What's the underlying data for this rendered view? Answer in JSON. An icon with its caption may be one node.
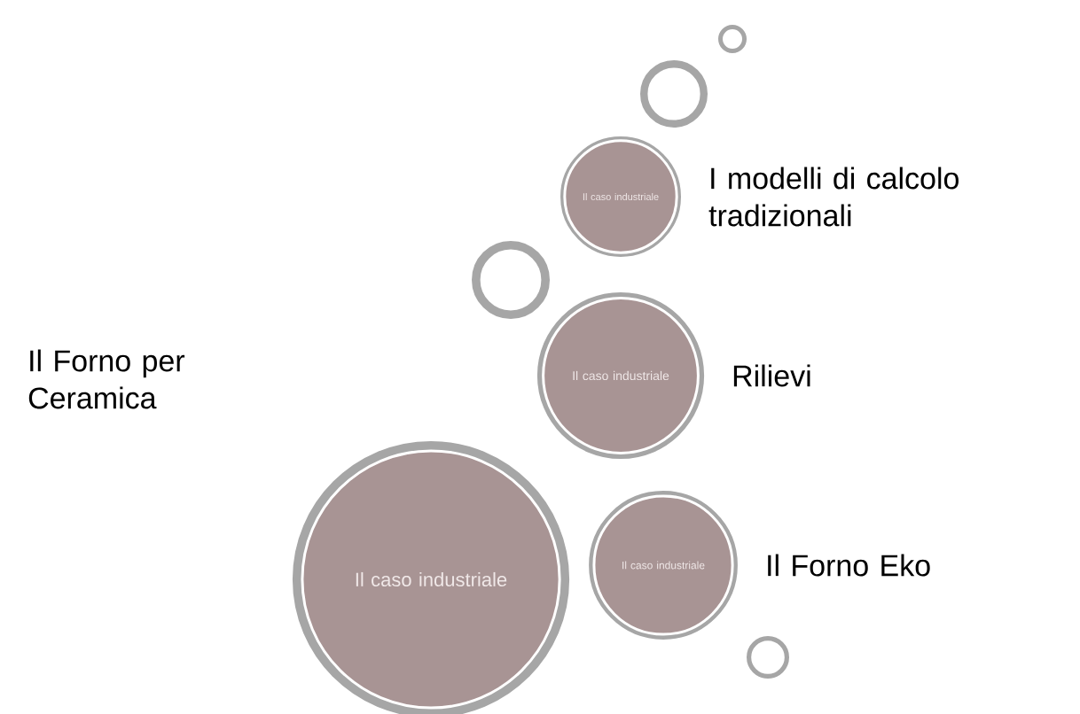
{
  "diagram": {
    "nodes": [
      {
        "text": [],
        "shape": "circle"
      },
      {
        "text": [],
        "shape": "circle"
      },
      {
        "text": [
          "Il caso industriale"
        ],
        "beside": [
          "I modelli di calcolo tradizionali"
        ]
      },
      {
        "text": [],
        "shape": "circle"
      },
      {
        "text": [
          "Il caso industriale"
        ],
        "beside": [
          "Rilievi"
        ]
      },
      {
        "text": [
          "Il caso industriale"
        ]
      },
      {
        "text": [
          "Il caso industriale"
        ],
        "beside": [
          "Il Forno Eko"
        ]
      },
      {
        "text": [],
        "shape": "circle"
      }
    ],
    "labels": [
      "Il Forno per Ceramica"
    ]
  }
}
